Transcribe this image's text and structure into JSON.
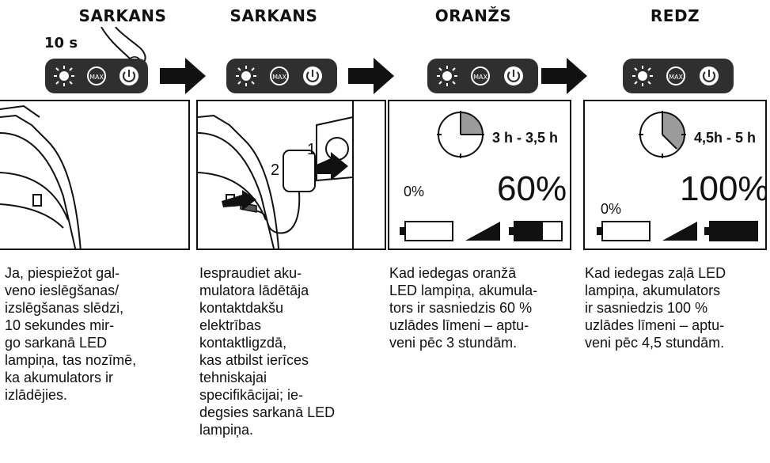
{
  "steps": [
    {
      "title": "SARKANS",
      "press_label": "10 s",
      "description": "Ja, piespiežot gal-\nveno ieslēgšanas/\nizslēgšanas slēdzi,\n10 sekundes mir-\ngo sarkanā LED\nlampiņa, tas nozīmē,\nka akumulators ir\nizlādējies.",
      "panel_icons": [
        "light-icon",
        "max-icon",
        "power-icon"
      ]
    },
    {
      "title": "SARKANS",
      "label_1": "1",
      "label_2": "2",
      "description": "Iespraudiet aku-\nmulatora lādētāja\nkontaktdakšu\nelektrības\nkontaktligzdā,\nkas atbilst ierīces\ntehniskajai\nspecifikācijai; ie-\ndegsies sarkanā LED\nlampiņa.",
      "panel_icons": [
        "light-icon",
        "max-icon",
        "power-icon"
      ]
    },
    {
      "title": "ORANŽS",
      "time": "3 h - 3,5 h",
      "start_percent": "0%",
      "end_percent": "60%",
      "battery_fill": 0.6,
      "clock_fill": 0.25,
      "description": "Kad iedegas oranžā\nLED lampiņa, akumula-\ntors ir sasniedzis 60 %\nuzlādes līmeni – aptu-\nveni pēc 3 stundām.",
      "panel_icons": [
        "light-icon",
        "max-icon",
        "power-icon"
      ]
    },
    {
      "title": "REDZ",
      "time": "4,5h - 5 h",
      "start_percent": "0%",
      "end_percent": "100%",
      "battery_fill": 1.0,
      "clock_fill": 0.375,
      "description": "Kad iedegas zaļā LED\nlampiņa, akumulators\nir sasniedzis 100 %\nuzlādes līmeni – aptu-\nveni pēc 4,5 stundām.",
      "panel_icons": [
        "light-icon",
        "max-icon",
        "power-icon"
      ]
    }
  ],
  "colors": {
    "panel": "#2f2f2f",
    "ink": "#111111",
    "clock_fill": "#9b9b9b"
  }
}
